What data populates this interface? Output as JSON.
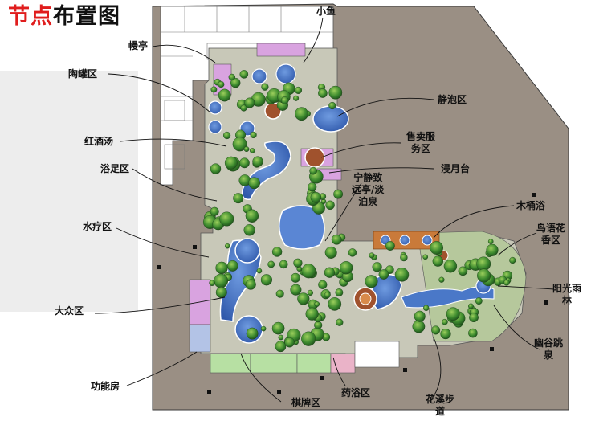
{
  "title": {
    "highlight": "节点",
    "rest": "布置图"
  },
  "labels": {
    "xiaoyu": "小鱼",
    "mianting": "幔亭",
    "taoguan": "陶罐区",
    "jingpao": "静泡区",
    "hongjiu": "红酒汤",
    "shoumai_1": "售卖服",
    "shoumai_2": "务区",
    "jinyue": "浸月台",
    "yuzu": "浴足区",
    "ningjing_1": "宁静致",
    "ningjing_2": "远亭/淡",
    "ningjing_3": "泊泉",
    "mutong": "木桶浴",
    "shuiliao": "水疗区",
    "niaoyu_1": "鸟语花",
    "niaoyu_2": "香区",
    "dazhong": "大众区",
    "yangguang_1": "阳光雨",
    "yangguang_2": "林",
    "yougu_1": "幽谷跳",
    "yougu_2": "泉",
    "gongneng": "功能房",
    "qipai": "棋牌区",
    "yaoyu": "药浴区",
    "huaxi_1": "花溪步",
    "huaxi_2": "道"
  },
  "colors": {
    "title_highlight": "#e01d1d",
    "text": "#111111",
    "site_boundary": "#9a8f84",
    "paving": "#c8c8b8",
    "water": "#3d6fc4",
    "vegetation": "#2f7a2a",
    "function_rooms": "#b7e0a3",
    "service_rooms": "#d9a3e0"
  }
}
